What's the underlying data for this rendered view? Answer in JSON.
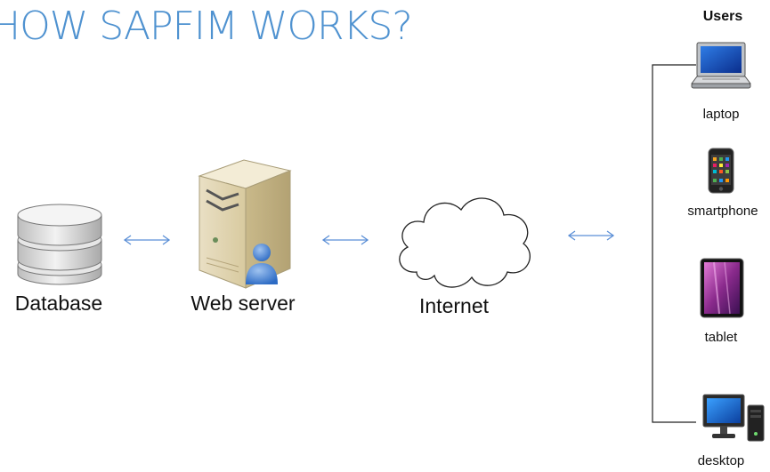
{
  "title": "HOW SAPFIM WORKS?",
  "nodes": {
    "database": "Database",
    "web_server": "Web server",
    "internet": "Internet"
  },
  "users": {
    "heading": "Users",
    "devices": [
      "laptop",
      "smartphone",
      "tablet",
      "desktop"
    ]
  },
  "colors": {
    "title": "#4f92d0",
    "arrow": "#5b8fd6",
    "bracket": "#222222"
  }
}
